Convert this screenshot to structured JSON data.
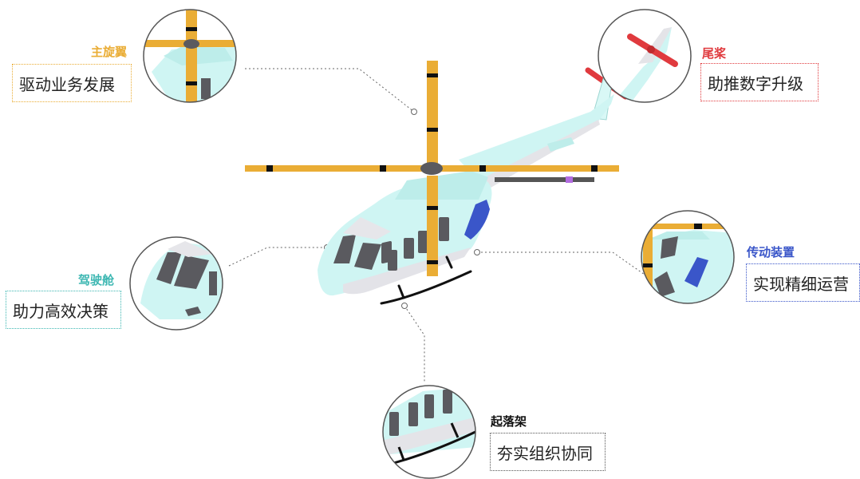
{
  "colors": {
    "rotor": "#EAAD35",
    "tail": "#E03A3E",
    "cockpit": "#3DB7B2",
    "transmission": "#3A56C9",
    "gear": "#111111",
    "body": "#CFF5F3",
    "belly": "#E7E7E9",
    "window": "#5A5A5F"
  },
  "labels": {
    "main_rotor": {
      "title": "主旋翼",
      "desc": "驱动业务发展"
    },
    "tail_rotor": {
      "title": "尾桨",
      "desc": "助推数字升级"
    },
    "cockpit": {
      "title": "驾驶舱",
      "desc": "助力高效决策"
    },
    "transmission": {
      "title": "传动装置",
      "desc": "实现精细运营"
    },
    "landing_gear": {
      "title": "起落架",
      "desc": "夯实组织协同"
    }
  }
}
